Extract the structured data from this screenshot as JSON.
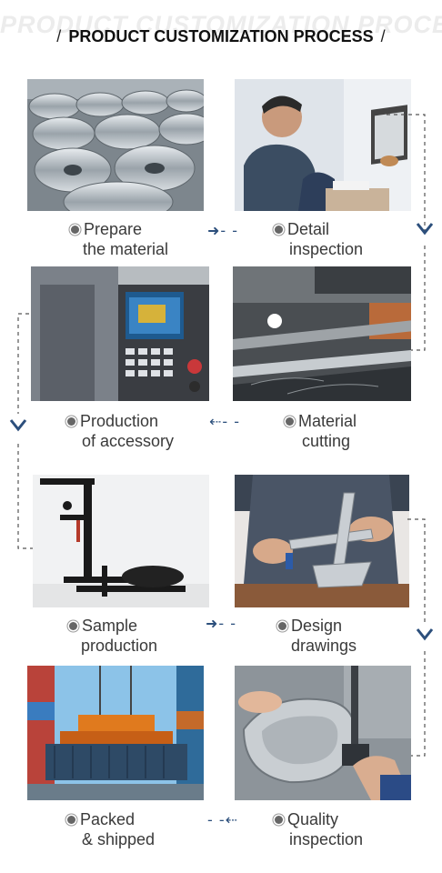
{
  "header": {
    "watermark": "PRODUCT CUSTOMIZATION PROCESS",
    "title": "PRODUCT CUSTOMIZATION PROCESS",
    "slash": "/"
  },
  "steps": [
    {
      "line1": "Prepare",
      "line2": "the material",
      "image": "steel-coils"
    },
    {
      "line1": "Detail",
      "line2": "inspection",
      "image": "engineer-at-computer"
    },
    {
      "line1": "Production",
      "line2": "of accessory",
      "image": "cnc-control-panel"
    },
    {
      "line1": "Material",
      "line2": "cutting",
      "image": "laser-cutting-machine"
    },
    {
      "line1": "Sample",
      "line2": "production",
      "image": "metal-bracket-stand"
    },
    {
      "line1": "Design",
      "line2": "drawings",
      "image": "hands-holding-bracket"
    },
    {
      "line1": "Packed",
      "line2": "& shipped",
      "image": "shipping-container-crane"
    },
    {
      "line1": "Quality",
      "line2": "inspection",
      "image": "measuring-caliper"
    }
  ],
  "arrows": {
    "right": "➜",
    "left": "⇠",
    "dashes": "- -"
  },
  "colors": {
    "arrow": "#2c4f7c",
    "connector": "#555555",
    "watermark": "#ececec"
  }
}
